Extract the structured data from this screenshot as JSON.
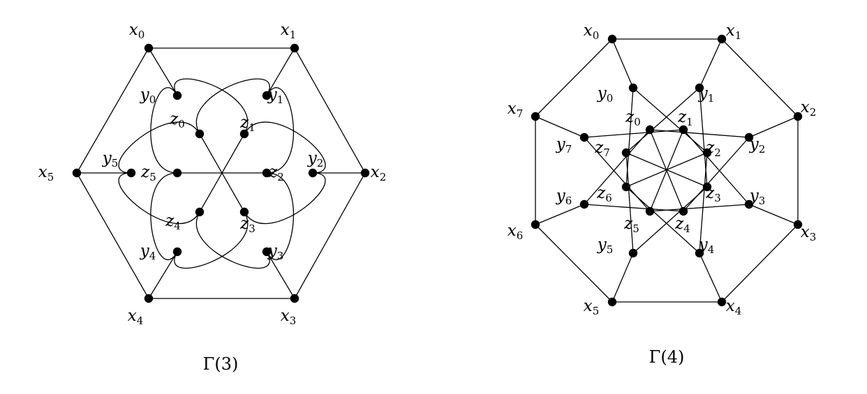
{
  "figures": [
    {
      "caption": "Γ(3)",
      "nodes": {
        "x0": {
          "l": "x",
          "s": "0"
        },
        "x1": {
          "l": "x",
          "s": "1"
        },
        "x2": {
          "l": "x",
          "s": "2"
        },
        "x3": {
          "l": "x",
          "s": "3"
        },
        "x4": {
          "l": "x",
          "s": "4"
        },
        "x5": {
          "l": "x",
          "s": "5"
        },
        "y0": {
          "l": "y",
          "s": "0"
        },
        "y1": {
          "l": "y",
          "s": "1"
        },
        "y2": {
          "l": "y",
          "s": "2"
        },
        "y3": {
          "l": "y",
          "s": "3"
        },
        "y4": {
          "l": "y",
          "s": "4"
        },
        "y5": {
          "l": "y",
          "s": "5"
        },
        "z0": {
          "l": "z",
          "s": "0"
        },
        "z1": {
          "l": "z",
          "s": "1"
        },
        "z2": {
          "l": "z",
          "s": "2"
        },
        "z3": {
          "l": "z",
          "s": "3"
        },
        "z4": {
          "l": "z",
          "s": "4"
        },
        "z5": {
          "l": "z",
          "s": "5"
        }
      },
      "edges": [
        [
          "x0",
          "x1"
        ],
        [
          "x1",
          "x2"
        ],
        [
          "x2",
          "x3"
        ],
        [
          "x3",
          "x4"
        ],
        [
          "x4",
          "x5"
        ],
        [
          "x5",
          "x0"
        ],
        [
          "x0",
          "y0"
        ],
        [
          "x1",
          "y1"
        ],
        [
          "x2",
          "y2"
        ],
        [
          "x3",
          "y3"
        ],
        [
          "x4",
          "y4"
        ],
        [
          "x5",
          "y5"
        ],
        [
          "z0",
          "z3"
        ],
        [
          "z1",
          "z4"
        ],
        [
          "z2",
          "z5"
        ],
        [
          "y0",
          "z1"
        ],
        [
          "y1",
          "z2"
        ],
        [
          "y2",
          "z3"
        ],
        [
          "y3",
          "z4"
        ],
        [
          "y4",
          "z5"
        ],
        [
          "y5",
          "z0"
        ],
        [
          "y0",
          "z5"
        ],
        [
          "y1",
          "z0"
        ],
        [
          "y2",
          "z1"
        ],
        [
          "y3",
          "z2"
        ],
        [
          "y4",
          "z3"
        ],
        [
          "y5",
          "z4"
        ]
      ]
    },
    {
      "caption": "Γ(4)",
      "nodes": {
        "x0": {
          "l": "x",
          "s": "0"
        },
        "x1": {
          "l": "x",
          "s": "1"
        },
        "x2": {
          "l": "x",
          "s": "2"
        },
        "x3": {
          "l": "x",
          "s": "3"
        },
        "x4": {
          "l": "x",
          "s": "4"
        },
        "x5": {
          "l": "x",
          "s": "5"
        },
        "x6": {
          "l": "x",
          "s": "6"
        },
        "x7": {
          "l": "x",
          "s": "7"
        },
        "y0": {
          "l": "y",
          "s": "0"
        },
        "y1": {
          "l": "y",
          "s": "1"
        },
        "y2": {
          "l": "y",
          "s": "2"
        },
        "y3": {
          "l": "y",
          "s": "3"
        },
        "y4": {
          "l": "y",
          "s": "4"
        },
        "y5": {
          "l": "y",
          "s": "5"
        },
        "y6": {
          "l": "y",
          "s": "6"
        },
        "y7": {
          "l": "y",
          "s": "7"
        },
        "z0": {
          "l": "z",
          "s": "0"
        },
        "z1": {
          "l": "z",
          "s": "1"
        },
        "z2": {
          "l": "z",
          "s": "2"
        },
        "z3": {
          "l": "z",
          "s": "3"
        },
        "z4": {
          "l": "z",
          "s": "4"
        },
        "z5": {
          "l": "z",
          "s": "5"
        },
        "z6": {
          "l": "z",
          "s": "6"
        },
        "z7": {
          "l": "z",
          "s": "7"
        }
      },
      "edges": [
        [
          "x0",
          "x1"
        ],
        [
          "x1",
          "x2"
        ],
        [
          "x2",
          "x3"
        ],
        [
          "x3",
          "x4"
        ],
        [
          "x4",
          "x5"
        ],
        [
          "x5",
          "x6"
        ],
        [
          "x6",
          "x7"
        ],
        [
          "x7",
          "x0"
        ],
        [
          "x0",
          "y0"
        ],
        [
          "x1",
          "y1"
        ],
        [
          "x2",
          "y2"
        ],
        [
          "x3",
          "y3"
        ],
        [
          "x4",
          "y4"
        ],
        [
          "x5",
          "y5"
        ],
        [
          "x6",
          "y6"
        ],
        [
          "x7",
          "y7"
        ],
        [
          "z0",
          "z4"
        ],
        [
          "z1",
          "z5"
        ],
        [
          "z2",
          "z6"
        ],
        [
          "z3",
          "z7"
        ],
        [
          "y0",
          "z2"
        ],
        [
          "y1",
          "z3"
        ],
        [
          "y2",
          "z4"
        ],
        [
          "y3",
          "z5"
        ],
        [
          "y4",
          "z6"
        ],
        [
          "y5",
          "z7"
        ],
        [
          "y6",
          "z0"
        ],
        [
          "y7",
          "z1"
        ],
        [
          "y0",
          "z6"
        ],
        [
          "y1",
          "z7"
        ],
        [
          "y2",
          "z0"
        ],
        [
          "y3",
          "z1"
        ],
        [
          "y4",
          "z2"
        ],
        [
          "y5",
          "z3"
        ],
        [
          "y6",
          "z4"
        ],
        [
          "y7",
          "z5"
        ]
      ]
    }
  ]
}
